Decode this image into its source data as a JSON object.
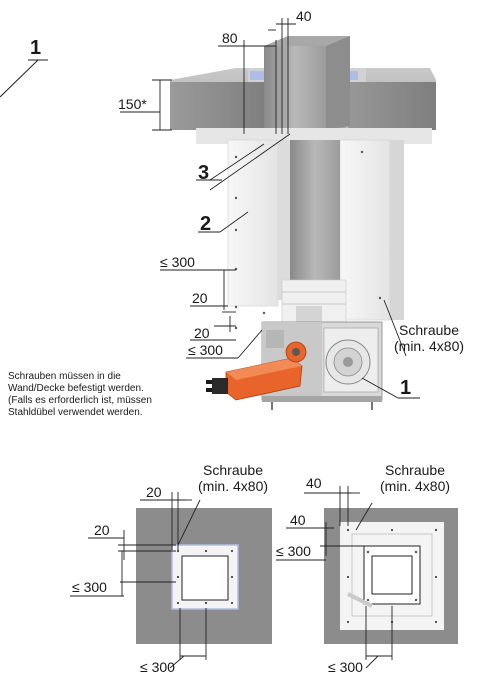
{
  "callouts": {
    "one": "1",
    "two": "2",
    "three": "3"
  },
  "dimensions": {
    "d80": "80",
    "d40_top": "40",
    "d150": "150*",
    "d300_a": "≤ 300",
    "d20_a": "20",
    "d20_b": "20",
    "d300_b": "≤ 300",
    "d20_c": "20",
    "d20_d": "20",
    "d300_c": "≤ 300",
    "d300_d": "≤ 300",
    "d40_b": "40",
    "d40_c": "40",
    "d300_e": "≤ 300",
    "d300_f": "≤ 300"
  },
  "screw_labels": {
    "main": [
      "Schraube",
      "(min. 4x80)"
    ],
    "left": [
      "Schraube",
      "(min. 4x80)"
    ],
    "right": [
      "Schraube",
      "(min. 4x80)"
    ]
  },
  "note_lines": [
    "Schrauben müssen in die",
    "Wand/Decke befestigt werden.",
    "(Falls es erforderlich ist, müssen",
    "Stahldübel verwendet werden."
  ],
  "colors": {
    "concrete": "#8c8c8c",
    "board": "#f2f2f2",
    "duct": "#b5b5b5",
    "actuator": "#e8642a",
    "blue": "#aebde6"
  }
}
